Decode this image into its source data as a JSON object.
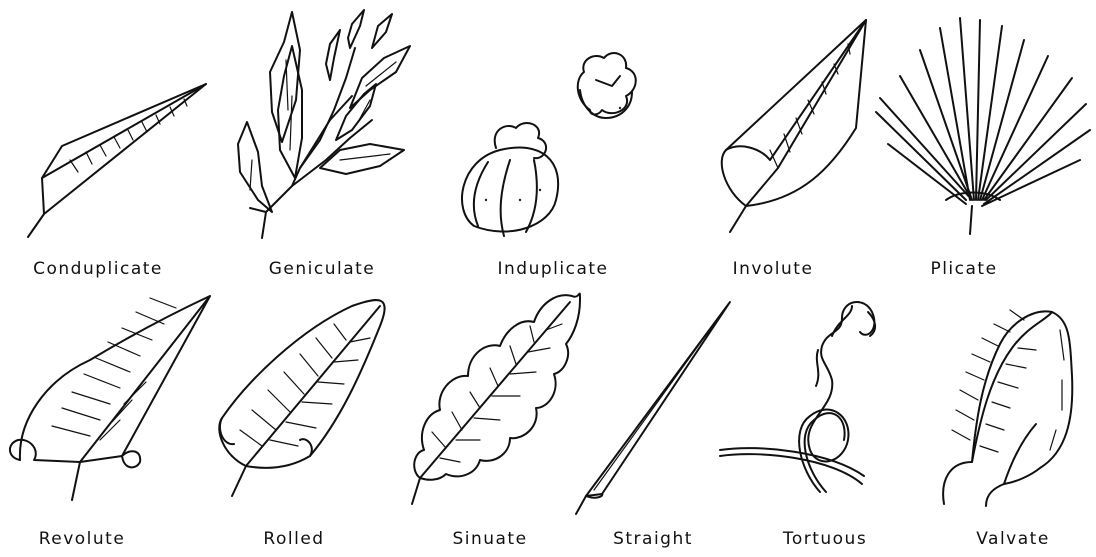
{
  "figures": [
    {
      "id": "conduplicate",
      "label": "Conduplicate"
    },
    {
      "id": "geniculate",
      "label": "Geniculate"
    },
    {
      "id": "induplicate",
      "label": "Induplicate"
    },
    {
      "id": "involute",
      "label": "Involute"
    },
    {
      "id": "plicate",
      "label": "Plicate"
    },
    {
      "id": "revolute",
      "label": "Revolute"
    },
    {
      "id": "rolled",
      "label": "Rolled"
    },
    {
      "id": "sinuate",
      "label": "Sinuate"
    },
    {
      "id": "straight",
      "label": "Straight"
    },
    {
      "id": "tortuous",
      "label": "Tortuous"
    },
    {
      "id": "valvate",
      "label": "Valvate"
    }
  ]
}
